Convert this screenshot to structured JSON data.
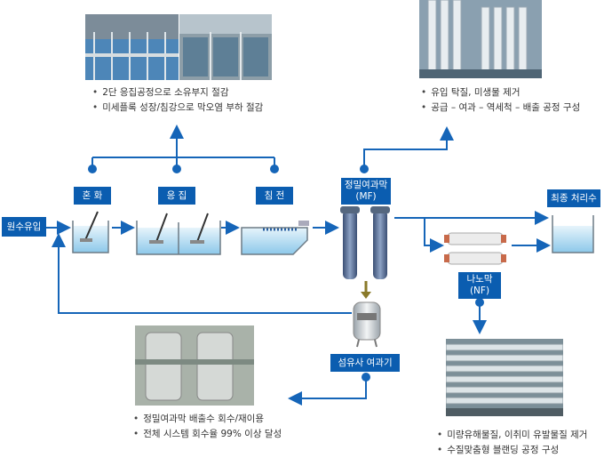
{
  "stages": {
    "raw_water": "원수유입",
    "mixing": "혼 화",
    "coagulation": "응 집",
    "sedimentation": "침 전",
    "mf_line1": "정밀여과막",
    "mf_line2": "(MF)",
    "final": "최종 처리수",
    "nf_line1": "나노막",
    "nf_line2": "(NF)",
    "fiber_filter": "섬유사 여과기"
  },
  "notes": {
    "coagulation": [
      "2단 응집공정으로 소유부지 절감",
      "미세플록 성장/침강으로 막오염 부하 절감"
    ],
    "mf": [
      "유입 탁질, 미생물 제거",
      "공급 – 여과 – 역세척 – 배출 공정 구성"
    ],
    "fiber": [
      "정밀여과막 배출수 회수/재이용",
      "전체 시스템 회수율 99% 이상 달성"
    ],
    "nf": [
      "미량유해물질, 이취미 유발물질 제거",
      "수질맞춤형 블랜딩 공정 구성"
    ]
  },
  "colors": {
    "flow": "#1565b8",
    "label_bg": "#0b5db0",
    "water": "#c8e6f7"
  }
}
